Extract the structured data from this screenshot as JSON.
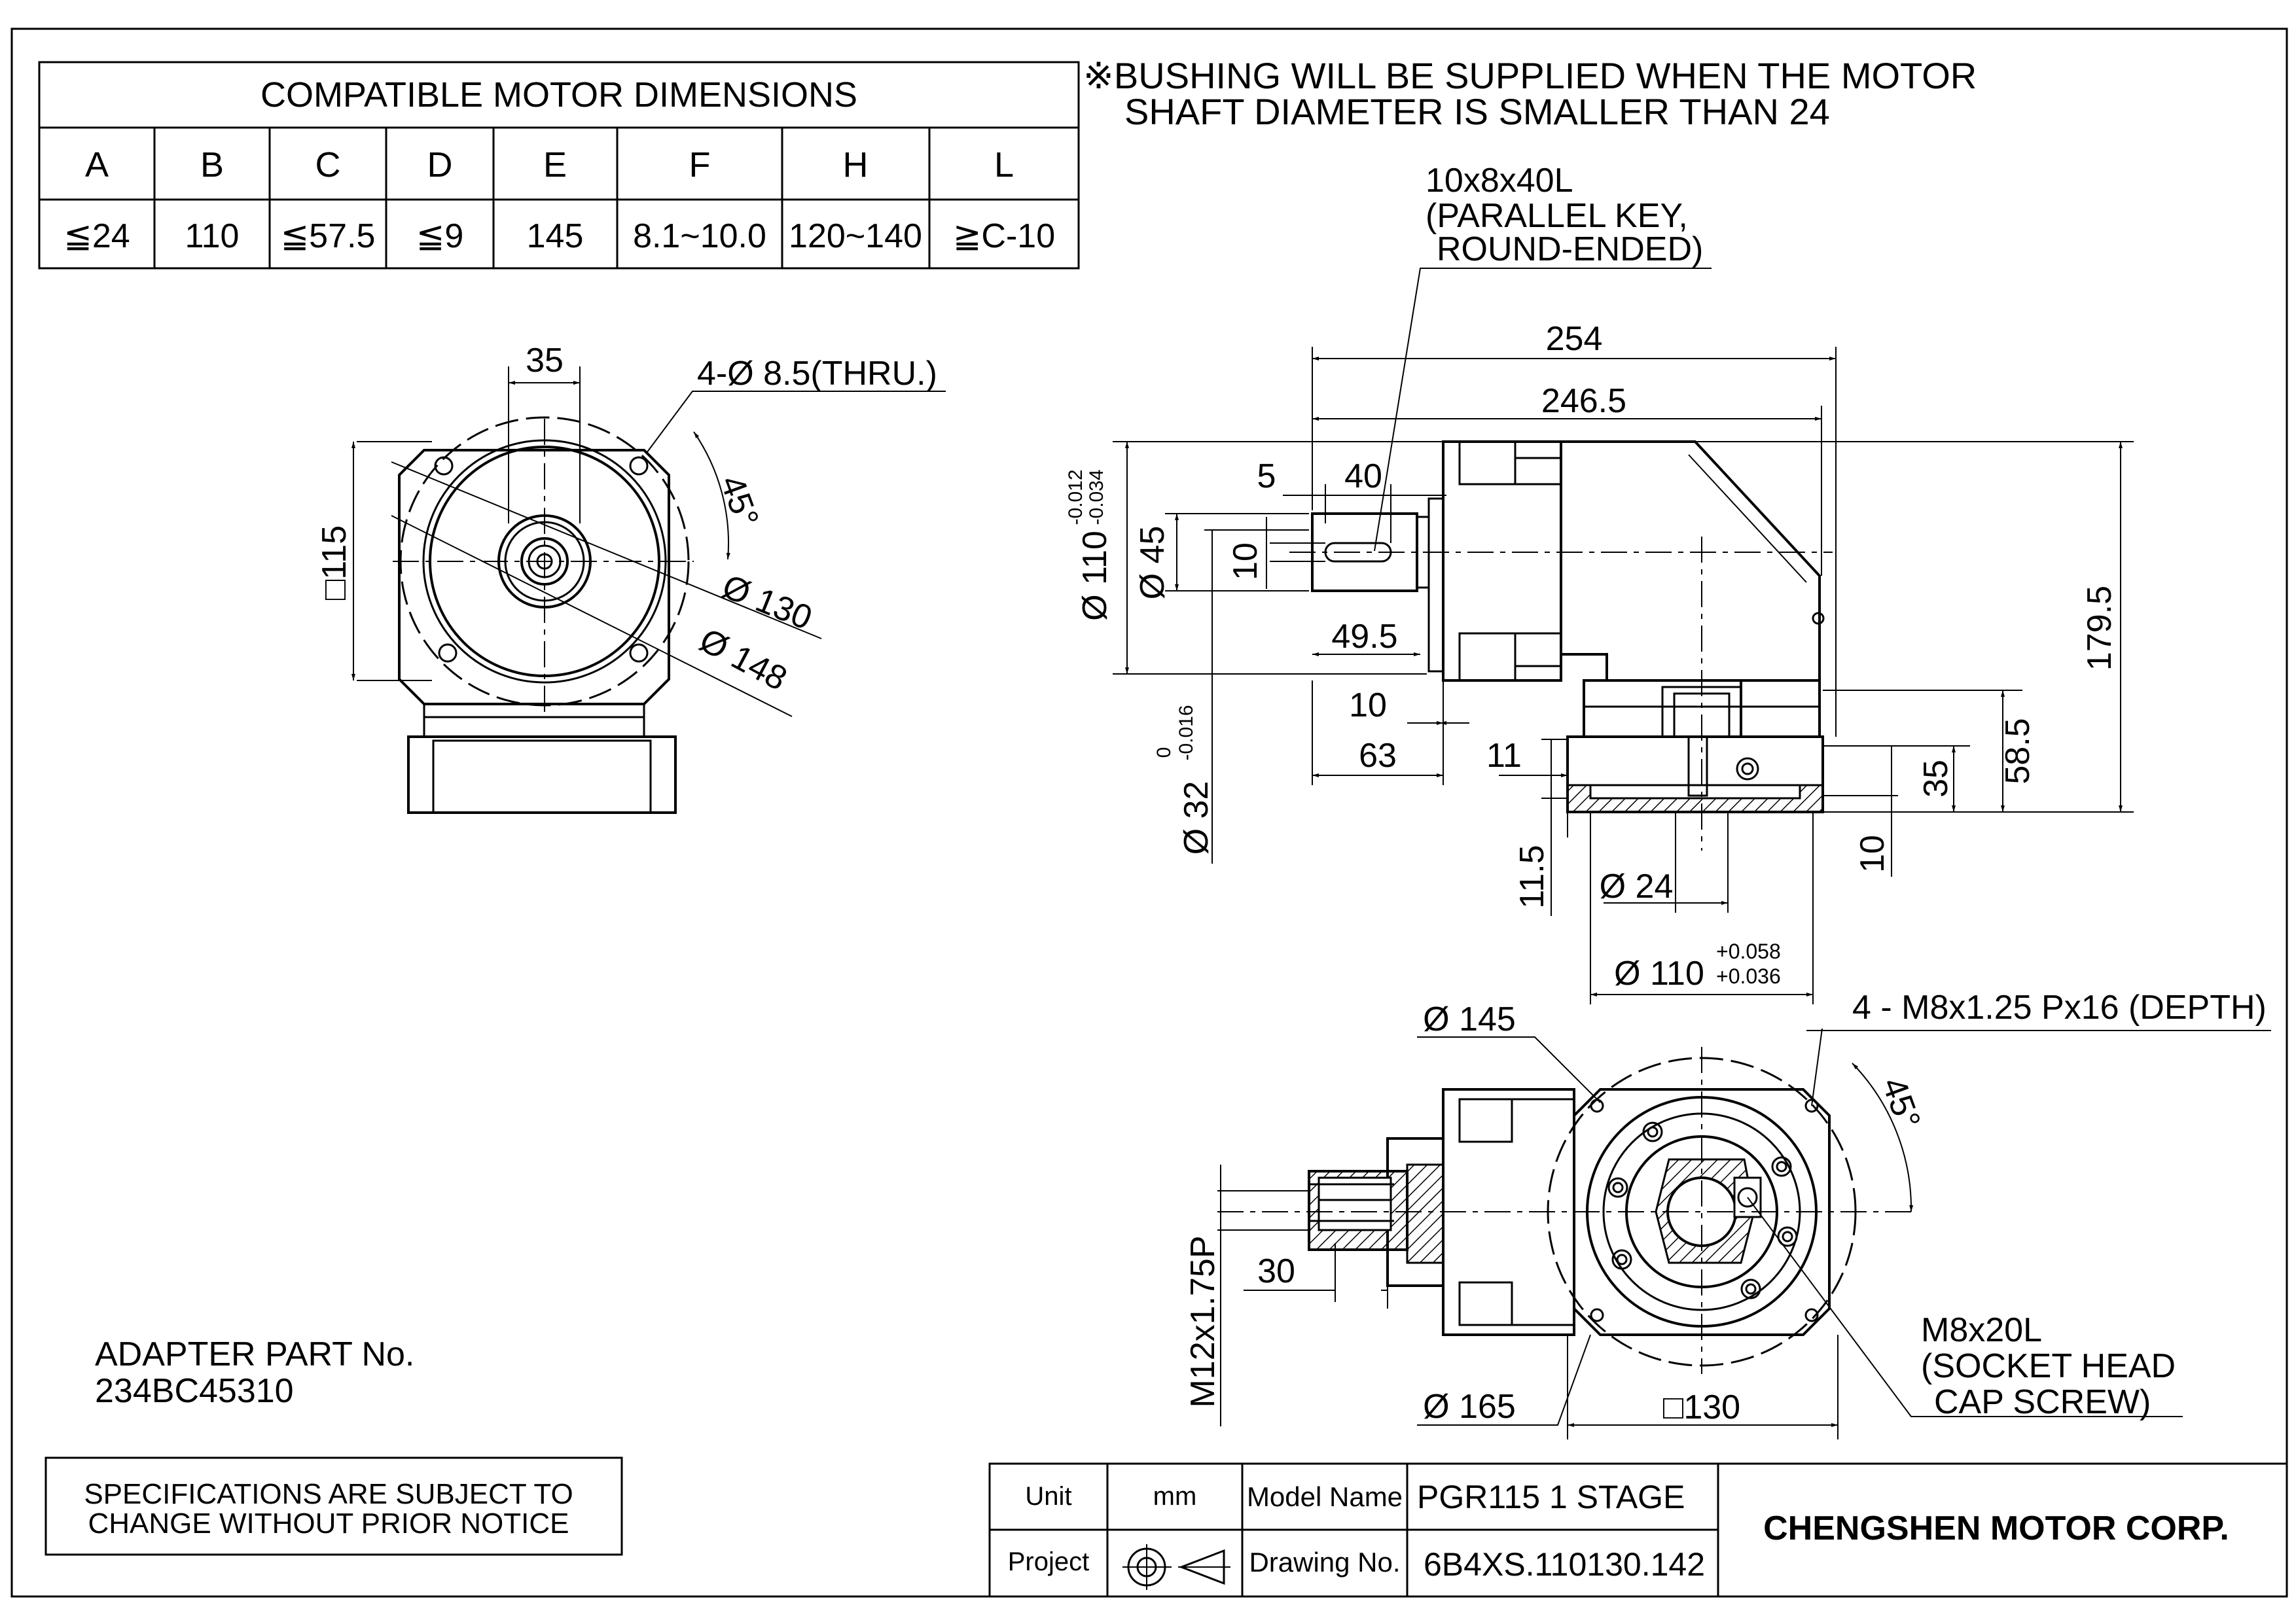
{
  "motor_table": {
    "title": "COMPATIBLE MOTOR DIMENSIONS",
    "headers": [
      "A",
      "B",
      "C",
      "D",
      "E",
      "F",
      "H",
      "L"
    ],
    "values": [
      "≦24",
      "110",
      "≦57.5",
      "≦9",
      "145",
      "8.1~10.0",
      "120~140",
      "≧C-10"
    ]
  },
  "notes": {
    "bushing_line1": "※BUSHING WILL BE SUPPLIED WHEN THE MOTOR",
    "bushing_line2": "SHAFT DIAMETER IS SMALLER THAN 24",
    "adapter_label": "ADAPTER PART No.",
    "adapter_number": "234BC45310",
    "spec_line1": "SPECIFICATIONS ARE SUBJECT  TO",
    "spec_line2": "CHANGE WITHOUT PRIOR NOTICE"
  },
  "left_view": {
    "dim_35": "35",
    "holes": "4-Ø 8.5(THRU.)",
    "angle": "45°",
    "square": "□115",
    "pcd130": "Ø 130",
    "pcd148": "Ø 148"
  },
  "side_view": {
    "key_line1": "10x8x40L",
    "key_line2": "(PARALLEL KEY,",
    "key_line3": "ROUND-ENDED)",
    "len254": "254",
    "len246": "246.5",
    "d5": "5",
    "d40": "40",
    "dia110": "Ø 110",
    "tol110_upper": "-0.012",
    "tol110_lower": "-0.034",
    "dia45": "Ø 45",
    "d10_key": "10",
    "d49": "49.5",
    "d10b": "10",
    "d63": "63",
    "d11": "11",
    "dia32": "Ø 32",
    "tol32_upper": "0",
    "tol32_lower": "-0.016",
    "h179": "179.5",
    "h58": "58.5",
    "h35": "35",
    "h10": "10",
    "h11": "11.5",
    "dia24": "Ø 24",
    "dia110b": "Ø 110",
    "tol110b_upper": "+0.058",
    "tol110b_lower": "+0.036"
  },
  "bottom_view": {
    "dia145": "Ø 145",
    "holes": "4 - M8x1.25 Px16 (DEPTH)",
    "angle": "45°",
    "thread": "M12x1.75P",
    "d30": "30",
    "dia165": "Ø 165",
    "square": "□130",
    "screw_line1": "M8x20L",
    "screw_line2": "(SOCKET HEAD",
    "screw_line3": "CAP SCREW)"
  },
  "title_block": {
    "unit_label": "Unit",
    "unit_value": "mm",
    "model_label": "Model Name",
    "model_value": "PGR115 1 STAGE",
    "project_label": "Project",
    "drawing_label": "Drawing No.",
    "drawing_value": "6B4XS.110130.142",
    "company": "CHENGSHEN MOTOR CORP."
  }
}
